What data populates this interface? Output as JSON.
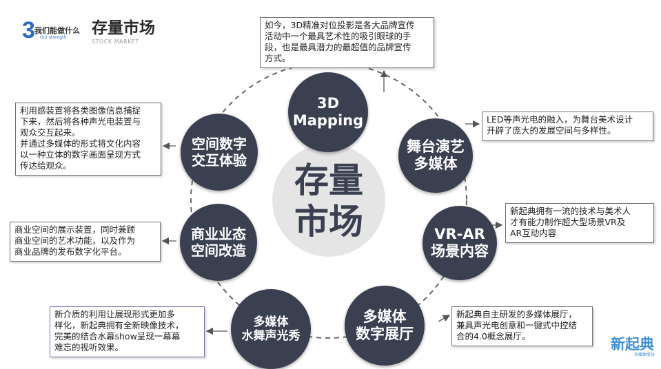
{
  "header": {
    "logo_mark": "3",
    "logo_text": "我们能做什么",
    "logo_subtext": "Our strength",
    "title": "存量市场",
    "subtitle": "STOCK MARKET"
  },
  "center": {
    "line1": "存量",
    "line2": "市场"
  },
  "nodes": [
    {
      "label": "3D\nMapping"
    },
    {
      "label": "舞台演艺\n多媒体"
    },
    {
      "label": "VR-AR\n场景内容"
    },
    {
      "label": "多媒体\n数字展厅"
    },
    {
      "label": "多媒体\n水舞声光秀"
    },
    {
      "label": "商业业态\n空间改造"
    },
    {
      "label": "空间数字\n交互体验"
    }
  ],
  "boxes": [
    {
      "text": "如今，3D精准对位投影是各大品牌宣传\n活动中一个最具艺术性的吸引眼球的手\n段，也是最具潜力的最超值的品牌宣传\n方式。"
    },
    {
      "text": "LED等声光电的融入，为舞台美术设计\n开辟了庞大的发展空间与多样性。"
    },
    {
      "text": "新起典拥有一流的技术与美术人\n才有能力制作超大型场景VR及\nAR互动内容"
    },
    {
      "text": "新起典自主研发的多媒体展厅，\n兼具声光电创意和一键式中控结\n合的4.0概念展厅。"
    },
    {
      "text": "新介质的利用让展现形式更加多\n样化，新起典拥有全新映像技术，\n完美的结合水幕show呈现一幕幕\n难忘的视听效果。"
    },
    {
      "text": "商业空间的展示装置，同时兼顾\n商业空间的艺术功能，以及作为\n商业品牌的发布数字化平台。"
    },
    {
      "text": "利用感装置将各类图像信息捕捉\n下来，然后将各种声光电装置与\n观众交互起来。\n并通过多媒体的形式将文化内容\n以一种立体的数字画面呈现方式\n传达给观众。"
    }
  ],
  "brand": {
    "name": "新起典",
    "tagline": "多媒体股份"
  },
  "colors": {
    "node_fill": "#3a4050",
    "center_fill": "#e5e5e5",
    "logo_blue": "#2b6cc4",
    "brand_blue": "#3f8fd8",
    "box_border_purple": "#7b6fb0"
  }
}
